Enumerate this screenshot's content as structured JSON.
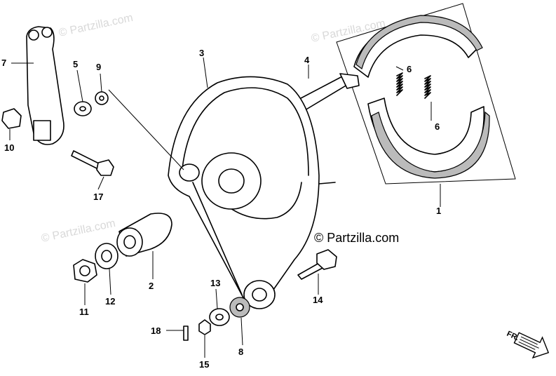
{
  "watermark": "© Partzilla.com",
  "copyright": "© Partzilla.com",
  "front_label": "FR.",
  "callouts": {
    "c1": "1",
    "c2": "2",
    "c3": "3",
    "c4": "4",
    "c5": "5",
    "c6a": "6",
    "c6b": "6",
    "c7": "7",
    "c8": "8",
    "c9": "9",
    "c10": "10",
    "c11": "11",
    "c12": "12",
    "c13": "13",
    "c14": "14",
    "c15": "15",
    "c17": "17",
    "c18": "18"
  }
}
